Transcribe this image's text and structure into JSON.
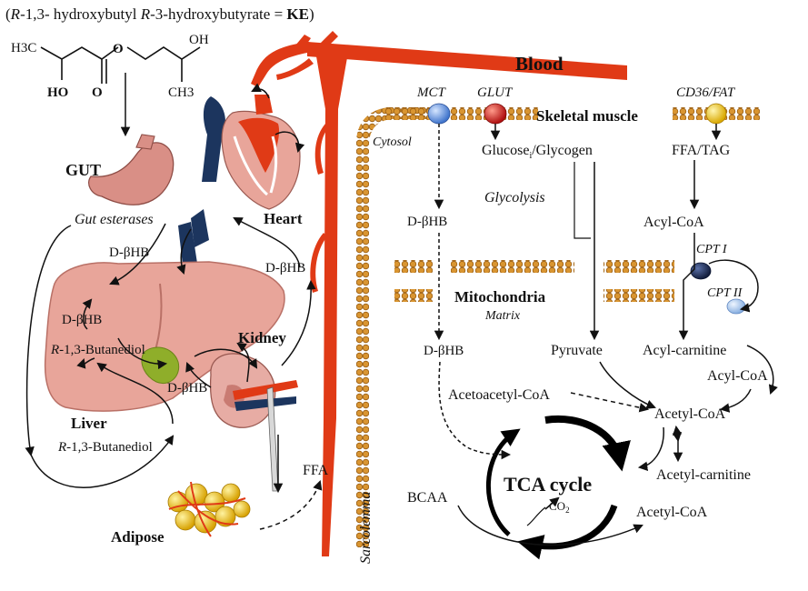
{
  "header": {
    "title_prefix": "(",
    "title_r1": "R",
    "title_part1": "-1,3- hydroxybutyl ",
    "title_r2": "R",
    "title_part2": "-3-hydroxybutyrate  = ",
    "title_ke": "KE",
    "title_suffix": ")"
  },
  "molecule": {
    "h3c": "H3C",
    "o_ester": "O",
    "oh": "OH",
    "ho": "HO",
    "o_carbonyl": "O",
    "ch3": "CH3"
  },
  "organs": {
    "gut": "GUT",
    "gut_esterases": "Gut esterases",
    "heart": "Heart",
    "kidney": "Kidney",
    "liver": "Liver",
    "adipose": "Adipose",
    "blood": "Blood"
  },
  "left_labels": {
    "dbhb_gut": "D-βHB",
    "dbhb_liver": "D-βHB",
    "dbhb_heart": "D-βHB",
    "dbhb_kidney": "D-βHB",
    "butanediol_r": "R",
    "butanediol_liver": "-1,3-Butanediol",
    "butanediol_r2": "R",
    "butanediol_bottom": "-1,3-Butanediol",
    "ffa_adipose": "FFA",
    "sarcolemma": "Sarcolemma"
  },
  "muscle": {
    "skeletal_muscle": "Skeletal muscle",
    "mct": "MCT",
    "glut": "GLUT",
    "cd36": "CD36/FAT",
    "cytosol": "Cytosol",
    "glucose_prefix": "Glucose",
    "glucose_sub": "i",
    "glucose_suffix": "/Glycogen",
    "ffa_tag": "FFA/TAG",
    "glycolysis": "Glycolysis",
    "dbhb_cytosol": "D-βHB",
    "acyl_coa_1": "Acyl-CoA",
    "cpt1": "CPT I",
    "cpt2": "CPT II",
    "mitochondria": "Mitochondria",
    "matrix": "Matrix",
    "dbhb_matrix": "D-βHB",
    "pyruvate": "Pyruvate",
    "acyl_carnitine": "Acyl-carnitine",
    "acyl_coa_2": "Acyl-CoA",
    "acetoacetyl_coa": "Acetoacetyl-CoA",
    "acetyl_coa_1": "Acetyl-CoA",
    "acetyl_carnitine": "Acetyl-carnitine",
    "acetyl_coa_2": "Acetyl-CoA",
    "bcaa": "BCAA",
    "tca_cycle": "TCA cycle",
    "co2_main": "CO",
    "co2_sub": "2"
  },
  "colors": {
    "blood_red": "#e03a16",
    "vein_blue": "#1c355e",
    "membrane_orange": "#d99531",
    "membrane_dark": "#9a5e14",
    "liver_pink": "#e8a59a",
    "liver_shadow": "#b97066",
    "gut_pink": "#d98f86",
    "kidney_pink": "#e7aca4",
    "gall_green": "#8fae2a",
    "adipose_yellow": "#f2c21a",
    "mct_blue": "#6a9be8",
    "glut_red": "#d2231c",
    "cd36_yellow": "#f5d21a",
    "cpt1_navy": "#1e2f5c",
    "cpt2_lightblue": "#a9c7ee"
  }
}
